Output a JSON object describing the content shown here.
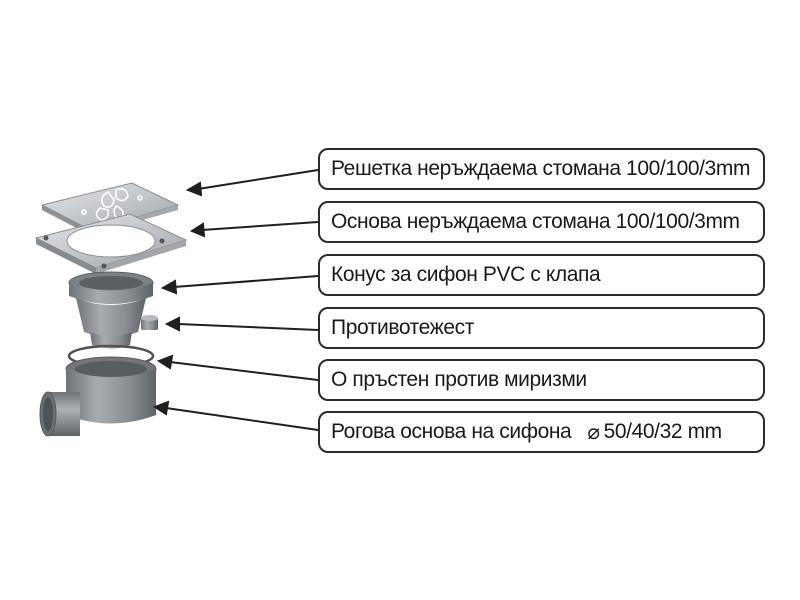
{
  "labels": [
    {
      "text": "Решетка неръждаема стомана 100/100/3mm"
    },
    {
      "text": "Основа неръждаема стомана 100/100/3mm"
    },
    {
      "text": "Конус за сифон PVC с клапа"
    },
    {
      "text": "Противотежест"
    },
    {
      "text": "О пръстен против миризми"
    },
    {
      "text": "Рогова основа на сифона",
      "symbol": "⌀",
      "suffix": "50/40/32 mm"
    }
  ],
  "colors": {
    "border": "#2b2b2b",
    "text": "#1a1a1a",
    "steel": "#c9ccd0",
    "pvc": "#8e9297"
  }
}
